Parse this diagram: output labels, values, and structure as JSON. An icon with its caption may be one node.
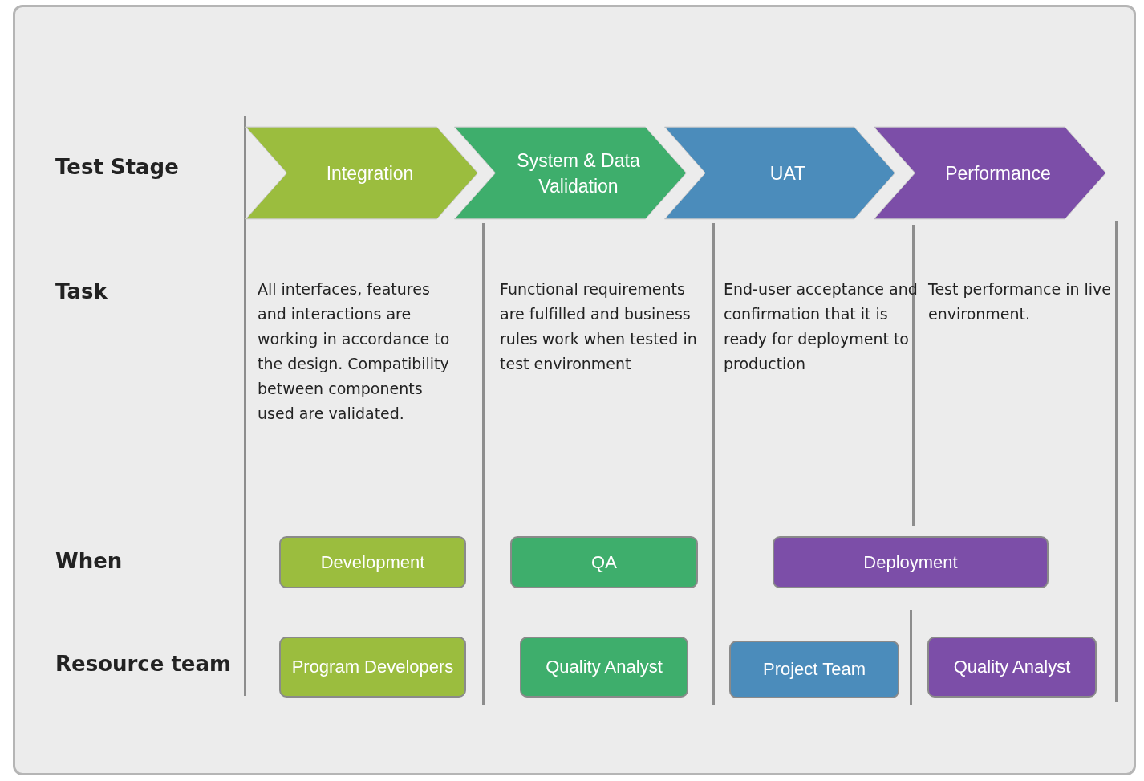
{
  "diagram": {
    "nodes": [
      {
        "text": [
          "Integration"
        ]
      },
      {
        "text": [
          "System & Data Validation"
        ]
      },
      {
        "text": [
          "UAT"
        ]
      },
      {
        "text": [
          "Performance"
        ]
      },
      {
        "text": [
          "Development"
        ]
      },
      {
        "text": [
          "QA"
        ]
      },
      {
        "text": [
          "Deployment"
        ]
      },
      {
        "text": [
          "Program Developers"
        ]
      },
      {
        "text": [
          "Quality Analyst"
        ]
      },
      {
        "text": [
          "Project Team"
        ]
      },
      {
        "text": [
          "Quality Analyst"
        ]
      }
    ],
    "labels": [
      "Test Stage",
      "Task",
      "All interfaces, features and interactions are working in accordance to the design. Compatibility between components used are validated.",
      "Functional requirements are fulfilled and business rules work when tested in test environment",
      "End-user acceptance and confirmation that it is ready for deployment to production",
      "Test performance in live environment.",
      "When",
      "Resource team"
    ]
  }
}
